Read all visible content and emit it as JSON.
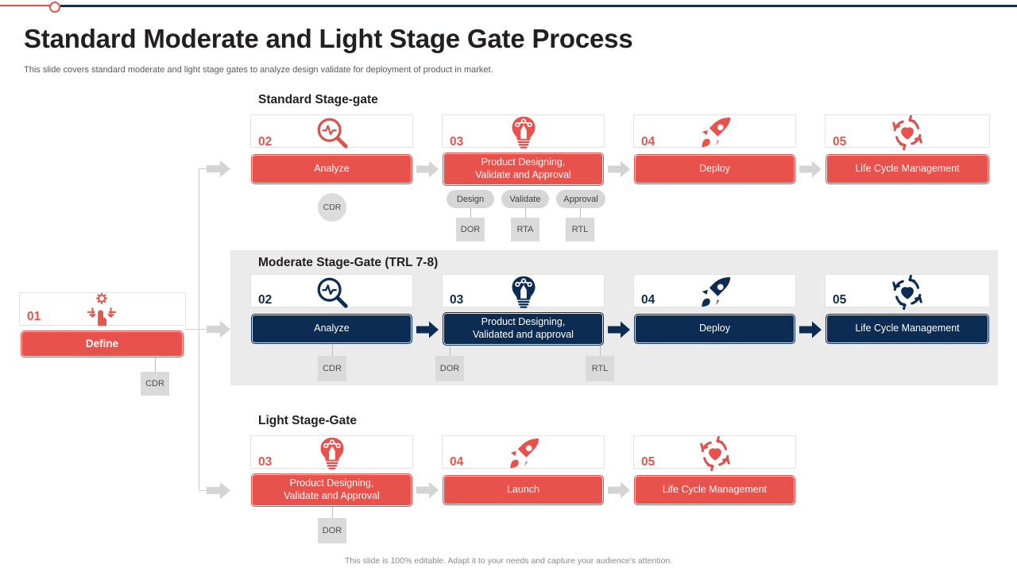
{
  "header": {
    "title": "Standard Moderate and Light Stage Gate Process",
    "subtitle": "This slide covers standard moderate and light stage gates to analyze  design validate for deployment of product in market.",
    "footer": "This slide is 100% editable. Adapt it to your needs and capture your audience's attention."
  },
  "colors": {
    "red": "#e8524c",
    "navy": "#0d2c54",
    "band": "#ebebeb",
    "tag_gray": "#dadada",
    "arrow_gray": "#d4d4d4"
  },
  "start": {
    "number": "01",
    "label": "Define",
    "icon": "define-hand-gear-icon",
    "tag": "CDR"
  },
  "sections": [
    {
      "key": "standard",
      "label": "Standard Stage-gate",
      "theme": "red",
      "cards": [
        {
          "number": "02",
          "label": "Analyze",
          "icon": "analyze-magnifier-pulse-icon"
        },
        {
          "number": "03",
          "label": "Product Designing,\nValidate and Approval",
          "icon": "design-bulb-pencil-icon"
        },
        {
          "number": "04",
          "label": "Deploy",
          "icon": "deploy-rocket-icon"
        },
        {
          "number": "05",
          "label": "Life Cycle Management",
          "icon": "lifecycle-heart-refresh-icon"
        }
      ],
      "tags": {
        "circles": [
          {
            "text": "CDR"
          }
        ],
        "ovals": [
          {
            "text": "Design"
          },
          {
            "text": "Validate"
          },
          {
            "text": "Approval"
          }
        ],
        "squares": [
          {
            "text": "DOR"
          },
          {
            "text": "RTA"
          },
          {
            "text": "RTL"
          }
        ]
      }
    },
    {
      "key": "moderate",
      "label": "Moderate Stage-Gate (TRL 7-8)",
      "theme": "navy",
      "cards": [
        {
          "number": "02",
          "label": "Analyze",
          "icon": "analyze-magnifier-pulse-icon"
        },
        {
          "number": "03",
          "label": "Product Designing,\nValidated and approval",
          "icon": "design-bulb-pencil-icon"
        },
        {
          "number": "04",
          "label": "Deploy",
          "icon": "deploy-rocket-icon"
        },
        {
          "number": "05",
          "label": "Life Cycle Management",
          "icon": "lifecycle-heart-refresh-icon"
        }
      ],
      "tags": {
        "squares": [
          {
            "text": "CDR"
          },
          {
            "text": "DOR"
          },
          {
            "text": "RTL"
          }
        ]
      }
    },
    {
      "key": "light",
      "label": "Light Stage-Gate",
      "theme": "red",
      "cards": [
        {
          "number": "03",
          "label": "Product Designing,\nValidate and Approval",
          "icon": "design-bulb-pencil-icon"
        },
        {
          "number": "04",
          "label": "Launch",
          "icon": "deploy-rocket-icon"
        },
        {
          "number": "05",
          "label": "Life Cycle Management",
          "icon": "lifecycle-heart-refresh-icon"
        }
      ],
      "tags": {
        "squares": [
          {
            "text": "DOR"
          }
        ]
      }
    }
  ]
}
